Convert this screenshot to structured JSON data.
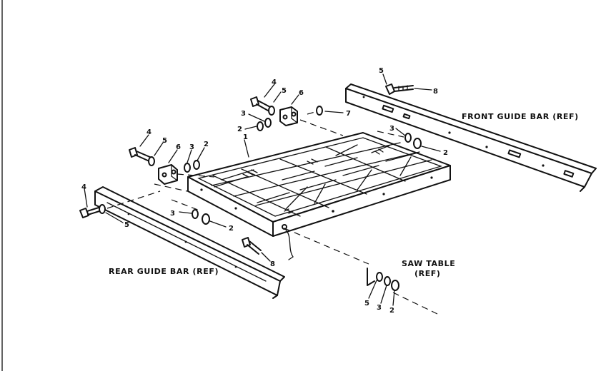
{
  "labels": {
    "front_guide_bar": "FRONT GUIDE BAR (REF)",
    "rear_guide_bar": "REAR GUIDE BAR (REF)",
    "saw_table_line1": "SAW TABLE",
    "saw_table_line2": "(REF)"
  },
  "callouts": {
    "c1": "1",
    "c2": "2",
    "c3": "3",
    "c4": "4",
    "c5": "5",
    "c6": "6",
    "c7": "7",
    "c8": "8"
  }
}
